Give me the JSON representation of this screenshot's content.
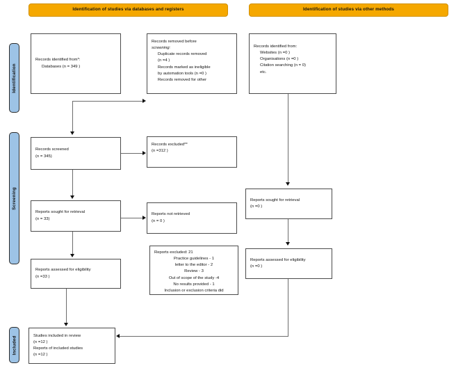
{
  "diagram": {
    "title": "PRISMA 2020 flow diagram",
    "colors": {
      "header_bar": "#F5A800",
      "stage_label": "#9DC3E6",
      "box_border": "#4a4a4a",
      "connector": "#6b6b6b"
    }
  },
  "headers": [
    {
      "id": "databases",
      "label": "Identification of studies via databases and registers"
    },
    {
      "id": "other",
      "label": "Identification of studies via other methods"
    }
  ],
  "stages": [
    {
      "id": "identification",
      "label": "Identification"
    },
    {
      "id": "screening",
      "label": "Screening"
    },
    {
      "id": "included",
      "label": "Included"
    }
  ],
  "boxes": {
    "records_identified": {
      "name": "records-identified-box",
      "lines": [
        {
          "text": "Records identified from*:",
          "indent": 0,
          "italic": false
        },
        {
          "text": "Databases (n = 349 )",
          "indent": 1,
          "italic": false
        }
      ]
    },
    "records_removed": {
      "name": "records-removed-box",
      "lines": [
        {
          "text": "Records removed before",
          "indent": 0,
          "italic": false
        },
        {
          "text": "screening:",
          "indent": 0,
          "italic": true
        },
        {
          "text": "Duplicate records removed",
          "indent": 1,
          "italic": false
        },
        {
          "text": "(n =4 )",
          "indent": 1,
          "italic": false
        },
        {
          "text": "Records marked as ineligible",
          "indent": 1,
          "italic": false
        },
        {
          "text": "by automation tools (n =0 )",
          "indent": 1,
          "italic": false
        },
        {
          "text": "Records removed for other",
          "indent": 1,
          "italic": false
        }
      ]
    },
    "records_screened": {
      "name": "records-screened-box",
      "lines": [
        {
          "text": "Records screened",
          "indent": 0,
          "italic": false
        },
        {
          "text": "(n = 345)",
          "indent": 0,
          "italic": false
        }
      ]
    },
    "records_excluded": {
      "name": "records-excluded-box",
      "lines": [
        {
          "text": "Records excluded**",
          "indent": 0,
          "italic": false
        },
        {
          "text": "(n =312 )",
          "indent": 0,
          "italic": false
        }
      ]
    },
    "reports_sought": {
      "name": "reports-sought-box",
      "lines": [
        {
          "text": "Reports sought for retrieval",
          "indent": 0,
          "italic": false
        },
        {
          "text": "(n = 33)",
          "indent": 0,
          "italic": false
        }
      ]
    },
    "reports_not_retrieved": {
      "name": "reports-not-retrieved-box",
      "lines": [
        {
          "text": "Reports not retrieved",
          "indent": 0,
          "italic": false
        },
        {
          "text": "(n = 0 )",
          "indent": 0,
          "italic": false
        }
      ]
    },
    "reports_assessed": {
      "name": "reports-assessed-box",
      "lines": [
        {
          "text": "Reports assessed for eligibility",
          "indent": 0,
          "italic": false
        },
        {
          "text": "(n =33 )",
          "indent": 0,
          "italic": false
        }
      ]
    },
    "reports_excluded": {
      "name": "reports-excluded-box",
      "lines": [
        {
          "text": "Reports excluded: 21",
          "indent": 0,
          "italic": false
        },
        {
          "text": "Practice guidelines - 1",
          "indent": 0,
          "italic": false
        },
        {
          "text": "letter to the editor - 2",
          "indent": 0,
          "italic": false
        },
        {
          "text": "Review - 3",
          "indent": 0,
          "italic": false
        },
        {
          "text": "Out of scope of the study -4",
          "indent": 0,
          "italic": false
        },
        {
          "text": "No results provided - 1",
          "indent": 0,
          "italic": false
        },
        {
          "text": "Inclusion or exclusion criteria did",
          "indent": 0,
          "italic": false
        }
      ]
    },
    "studies_included": {
      "name": "studies-included-box",
      "lines": [
        {
          "text": "Studies included in review",
          "indent": 0,
          "italic": false
        },
        {
          "text": "(n =12 )",
          "indent": 0,
          "italic": false
        },
        {
          "text": "Reports of included studies",
          "indent": 0,
          "italic": false
        },
        {
          "text": "(n =12 )",
          "indent": 0,
          "italic": false
        }
      ]
    },
    "other_identified": {
      "name": "other-records-identified-box",
      "lines": [
        {
          "text": "Records identified from:",
          "indent": 0,
          "italic": false
        },
        {
          "text": "Websites (n =0 )",
          "indent": 1,
          "italic": false
        },
        {
          "text": "Organisations (n =0 )",
          "indent": 1,
          "italic": false
        },
        {
          "text": "Citation searching (n = 0)",
          "indent": 1,
          "italic": false
        },
        {
          "text": "etc.",
          "indent": 1,
          "italic": false
        }
      ]
    },
    "other_reports_sought": {
      "name": "other-reports-sought-box",
      "lines": [
        {
          "text": "Reports sought for retrieval",
          "indent": 0,
          "italic": false
        },
        {
          "text": "(n =0 )",
          "indent": 0,
          "italic": false
        }
      ]
    },
    "other_reports_assessed": {
      "name": "other-reports-assessed-box",
      "lines": [
        {
          "text": "Reports assessed for eligibility",
          "indent": 0,
          "italic": false
        },
        {
          "text": "(n =0 )",
          "indent": 0,
          "italic": false
        }
      ]
    }
  }
}
